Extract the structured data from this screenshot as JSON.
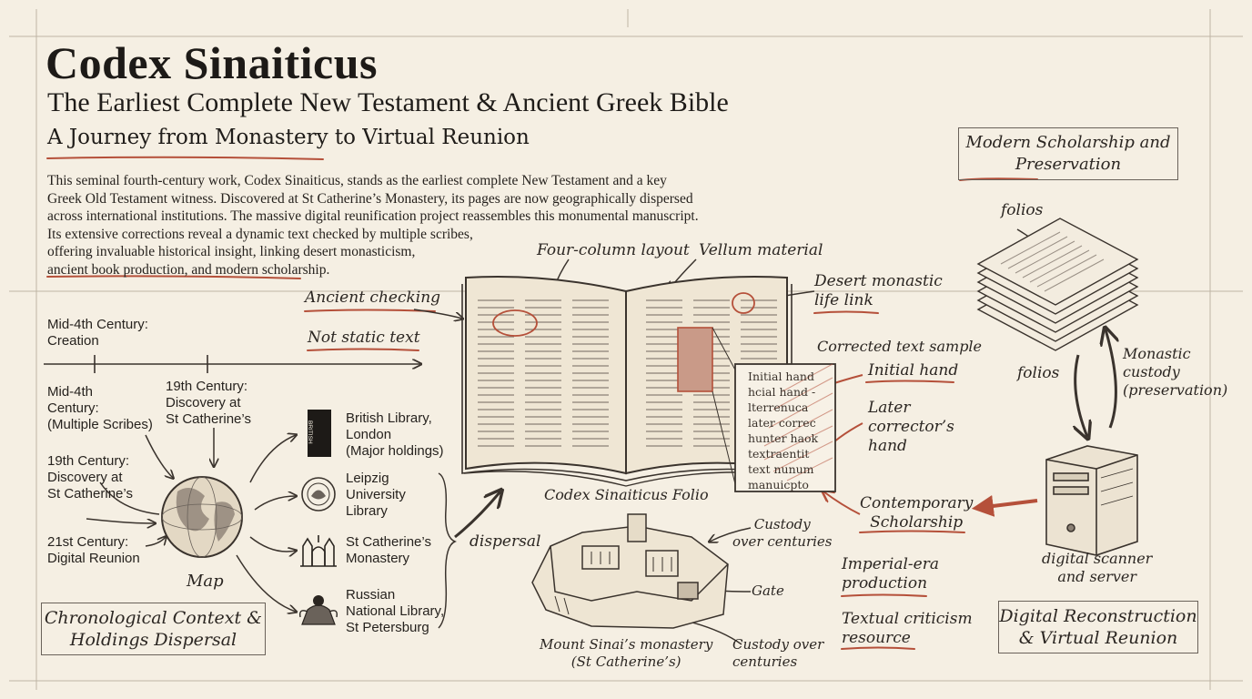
{
  "header": {
    "title": "Codex Sinaiticus",
    "subtitle": "The Earliest Complete New Testament & Ancient Greek Bible",
    "tagline": "A Journey from Monastery to Virtual Reunion",
    "intro": "This seminal fourth-century work, Codex Sinaiticus, stands as the earliest complete New Testament and a key\nGreek Old Testament witness. Discovered at St Catherine’s Monastery, its pages are now geographically dispersed\nacross international institutions. The massive digital reunification project reassembles this monumental manuscript.\nIts extensive corrections reveal a dynamic text checked by multiple scribes,\noffering invaluable historical insight, linking desert monasticism,\nancient book production, and modern scholarship."
  },
  "timeline": {
    "creation": "Mid-4th Century:\nCreation",
    "scribes": "Mid-4th\nCentury:\n(Multiple Scribes)",
    "discovery_top": "19th Century:\nDiscovery at\nSt Catherine’s",
    "discovery_left": "19th Century:\nDiscovery at\nSt Catherine’s",
    "reunion": "21st Century:\nDigital Reunion",
    "map_label": "Map",
    "section_box": "Chronological Context &\nHoldings Dispersal"
  },
  "holdings": [
    {
      "name": "British Library,\nLondon\n(Major holdings)",
      "logo_text": "BRITISH\nLIBRARY",
      "icon": "british-library-logo"
    },
    {
      "name": "Leipzig\nUniversity\nLibrary",
      "icon": "leipzig-seal-icon"
    },
    {
      "name": "St Catherine’s\nMonastery",
      "icon": "monastery-icon"
    },
    {
      "name": "Russian\nNational Library,\nSt Petersburg",
      "icon": "russian-crest-icon"
    }
  ],
  "dispersal_label": "dispersal",
  "book": {
    "four_column": "Four-column layout",
    "vellum": "Vellum material",
    "ancient_checking": "Ancient checking",
    "not_static": "Not static text",
    "desert_link": "Desert monastic\nlife link",
    "folio_caption": "Codex Sinaiticus Folio"
  },
  "corrected": {
    "heading": "Corrected text sample",
    "lines": [
      "Initial hand",
      "hcial hand -",
      "lterrenuca",
      "later correc",
      "hunter haok",
      "textraentit",
      "text nunum",
      "manuicpto"
    ],
    "initial_hand": "Initial hand",
    "later_hand": "Later\ncorrector’s\nhand"
  },
  "monastery": {
    "custody_top": "Custody\nover centuries",
    "gate": "Gate",
    "caption": "Mount Sinai’s monastery\n(St Catherine’s)",
    "custody_bottom": "Custody over\ncenturies"
  },
  "scholarship": {
    "contemporary": "Contemporary\nScholarship",
    "imperial": "Imperial-era\nproduction",
    "textual": "Textual criticism\nresource"
  },
  "right": {
    "modern_box": "Modern Scholarship and\nPreservation",
    "folios_top": "folios",
    "folios_mid": "folios",
    "custody": "Monastic\ncustody\n(preservation)",
    "scanner": "digital scanner\nand server",
    "digital_box": "Digital Reconstruction\n& Virtual Reunion"
  },
  "colors": {
    "accent_red": "#b5503a",
    "ink": "#2a2520",
    "paper": "#f5efe3"
  }
}
